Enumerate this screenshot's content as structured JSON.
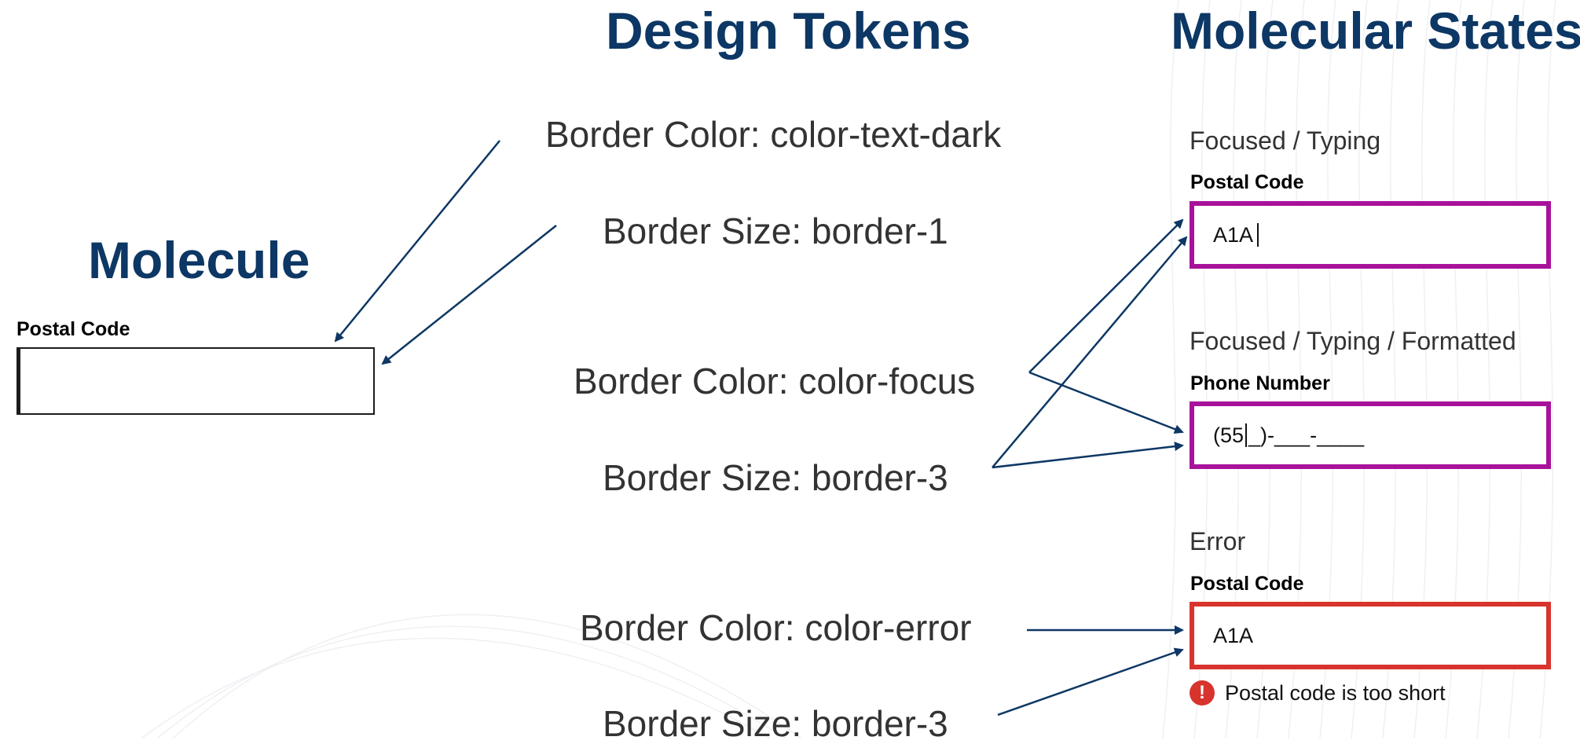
{
  "headings": {
    "molecule": "Molecule",
    "design_tokens": "Design Tokens",
    "molecular_states": "Molecular States"
  },
  "molecule": {
    "field_label": "Postal Code",
    "value": ""
  },
  "tokens": {
    "border_color_dark": "Border Color: color-text-dark",
    "border_size_1": "Border Size: border-1",
    "border_color_focus": "Border Color: color-focus",
    "border_size_3_focus": "Border Size: border-3",
    "border_color_error": "Border Color: color-error",
    "border_size_3_error": "Border Size: border-3"
  },
  "states": [
    {
      "state_label": "Focused / Typing",
      "field_label": "Postal Code",
      "value": "A1A"
    },
    {
      "state_label": "Focused / Typing / Formatted",
      "field_label": "Phone Number",
      "value_before_cursor": "(55",
      "value_after_cursor": "_)-___-____"
    },
    {
      "state_label": "Error",
      "field_label": "Postal Code",
      "value": "A1A",
      "error_message": "Postal code is too short",
      "error_icon": "exclamation-circle-icon"
    }
  ],
  "colors": {
    "heading": "#0d3764",
    "focus": "#a8129a",
    "error": "#d8332d",
    "arrow": "#0d3764",
    "text_dark": "#1c1c1c"
  }
}
